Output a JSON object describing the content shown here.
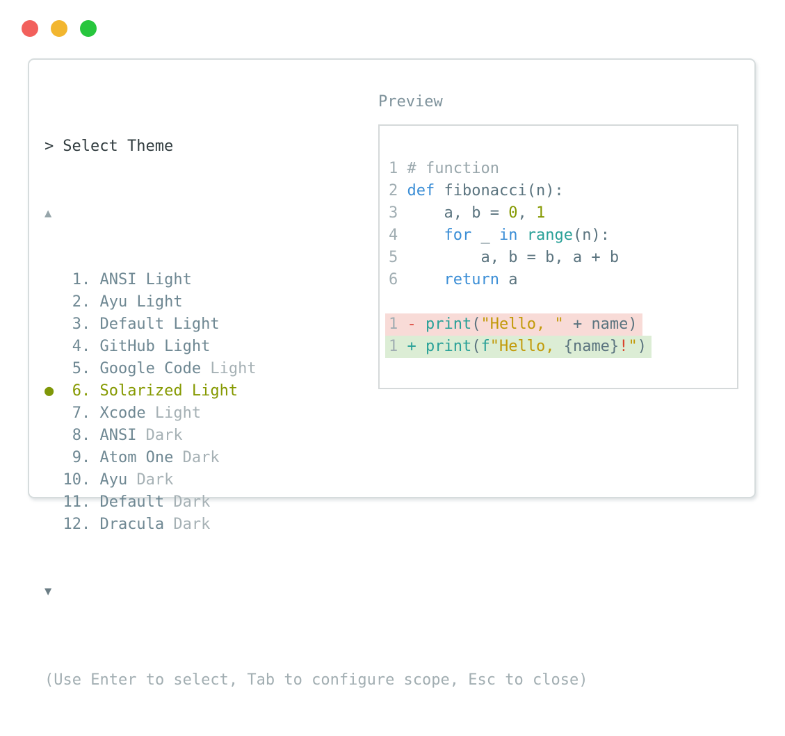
{
  "window": {
    "traffic_lights": [
      {
        "name": "close",
        "color": "#f2605c"
      },
      {
        "name": "minimize",
        "color": "#f2b62f"
      },
      {
        "name": "maximize",
        "color": "#27c63d"
      }
    ]
  },
  "header": {
    "caret": ">",
    "title": "Select Theme",
    "preview_label": "Preview"
  },
  "list": {
    "scroll_up": "▲",
    "scroll_down": "▼",
    "bullet": "●",
    "items": [
      {
        "number": "1.",
        "name": "ANSI",
        "variant": "Light",
        "variant_dim": false,
        "selected": false
      },
      {
        "number": "2.",
        "name": "Ayu",
        "variant": "Light",
        "variant_dim": false,
        "selected": false
      },
      {
        "number": "3.",
        "name": "Default",
        "variant": "Light",
        "variant_dim": false,
        "selected": false
      },
      {
        "number": "4.",
        "name": "GitHub",
        "variant": "Light",
        "variant_dim": false,
        "selected": false
      },
      {
        "number": "5.",
        "name": "Google Code",
        "variant": "Light",
        "variant_dim": true,
        "selected": false
      },
      {
        "number": "6.",
        "name": "Solarized",
        "variant": "Light",
        "variant_dim": false,
        "selected": true
      },
      {
        "number": "7.",
        "name": "Xcode",
        "variant": "Light",
        "variant_dim": true,
        "selected": false
      },
      {
        "number": "8.",
        "name": "ANSI",
        "variant": "Dark",
        "variant_dim": true,
        "selected": false
      },
      {
        "number": "9.",
        "name": "Atom One",
        "variant": "Dark",
        "variant_dim": true,
        "selected": false
      },
      {
        "number": "10.",
        "name": "Ayu",
        "variant": "Dark",
        "variant_dim": true,
        "selected": false
      },
      {
        "number": "11.",
        "name": "Default",
        "variant": "Dark",
        "variant_dim": true,
        "selected": false
      },
      {
        "number": "12.",
        "name": "Dracula",
        "variant": "Dark",
        "variant_dim": true,
        "selected": false
      }
    ]
  },
  "preview": {
    "code_lines": [
      {
        "tokens": [
          [
            "ln",
            "1"
          ],
          [
            "tx",
            " "
          ],
          [
            "cm",
            "# function"
          ]
        ]
      },
      {
        "tokens": [
          [
            "ln",
            "2"
          ],
          [
            "tx",
            " "
          ],
          [
            "kw",
            "def"
          ],
          [
            "tx",
            " fibonacci(n):"
          ]
        ]
      },
      {
        "tokens": [
          [
            "ln",
            "3"
          ],
          [
            "tx",
            " "
          ],
          [
            "tx",
            "    a, b = "
          ],
          [
            "nm",
            "0"
          ],
          [
            "tx",
            ", "
          ],
          [
            "nm",
            "1"
          ]
        ]
      },
      {
        "tokens": [
          [
            "ln",
            "4"
          ],
          [
            "tx",
            " "
          ],
          [
            "tx",
            "    "
          ],
          [
            "kw",
            "for"
          ],
          [
            "tx",
            " _ "
          ],
          [
            "kw",
            "in"
          ],
          [
            "tx",
            " "
          ],
          [
            "fn",
            "range"
          ],
          [
            "tx",
            "(n):"
          ]
        ]
      },
      {
        "tokens": [
          [
            "ln",
            "5"
          ],
          [
            "tx",
            " "
          ],
          [
            "tx",
            "        a, b = b, a + b"
          ]
        ]
      },
      {
        "tokens": [
          [
            "ln",
            "6"
          ],
          [
            "tx",
            " "
          ],
          [
            "tx",
            "    "
          ],
          [
            "kw",
            "return"
          ],
          [
            "tx",
            " a"
          ]
        ]
      },
      {
        "blank": true
      },
      {
        "bg": "removed",
        "tokens": [
          [
            "ln",
            "1"
          ],
          [
            "tx",
            " "
          ],
          [
            "mi",
            "-"
          ],
          [
            "tx",
            " "
          ],
          [
            "fn",
            "print"
          ],
          [
            "tx",
            "("
          ],
          [
            "st",
            "\"Hello, \""
          ],
          [
            "tx",
            " + name)"
          ]
        ]
      },
      {
        "bg": "added",
        "tokens": [
          [
            "ln",
            "1"
          ],
          [
            "tx",
            " "
          ],
          [
            "pls",
            "+"
          ],
          [
            "tx",
            " "
          ],
          [
            "fn",
            "print"
          ],
          [
            "tx",
            "("
          ],
          [
            "fn",
            "f"
          ],
          [
            "st",
            "\"Hello, "
          ],
          [
            "tx",
            "{name}"
          ],
          [
            "bang",
            "!"
          ],
          [
            "st",
            "\""
          ],
          [
            "tx",
            ")"
          ]
        ]
      }
    ]
  },
  "footer": {
    "hint": "(Use Enter to select, Tab to configure scope, Esc to close)"
  },
  "colors": {
    "selected_accent": "#859900",
    "bullet": "#7f9708",
    "list_text": "#6f8893",
    "list_dim": "#a6b1b5",
    "prompt_text": "#323d40",
    "preview_label": "#7e929b",
    "footer_text": "#a2aeb2",
    "card_border": "#d6dcdd",
    "preview_border": "#d5d9da",
    "code": {
      "line_number": "#a0adb2",
      "comment": "#98a6ab",
      "keyword_blue": "#3b8ed6",
      "body": "#5b747f",
      "number_olive": "#859900",
      "builtin_teal": "#2aa198",
      "string_yellow": "#c29a09",
      "diff_minus_red": "#dc4b40",
      "diff_removed_bg": "#f8dbd7",
      "diff_added_bg": "#dcedd5"
    }
  }
}
